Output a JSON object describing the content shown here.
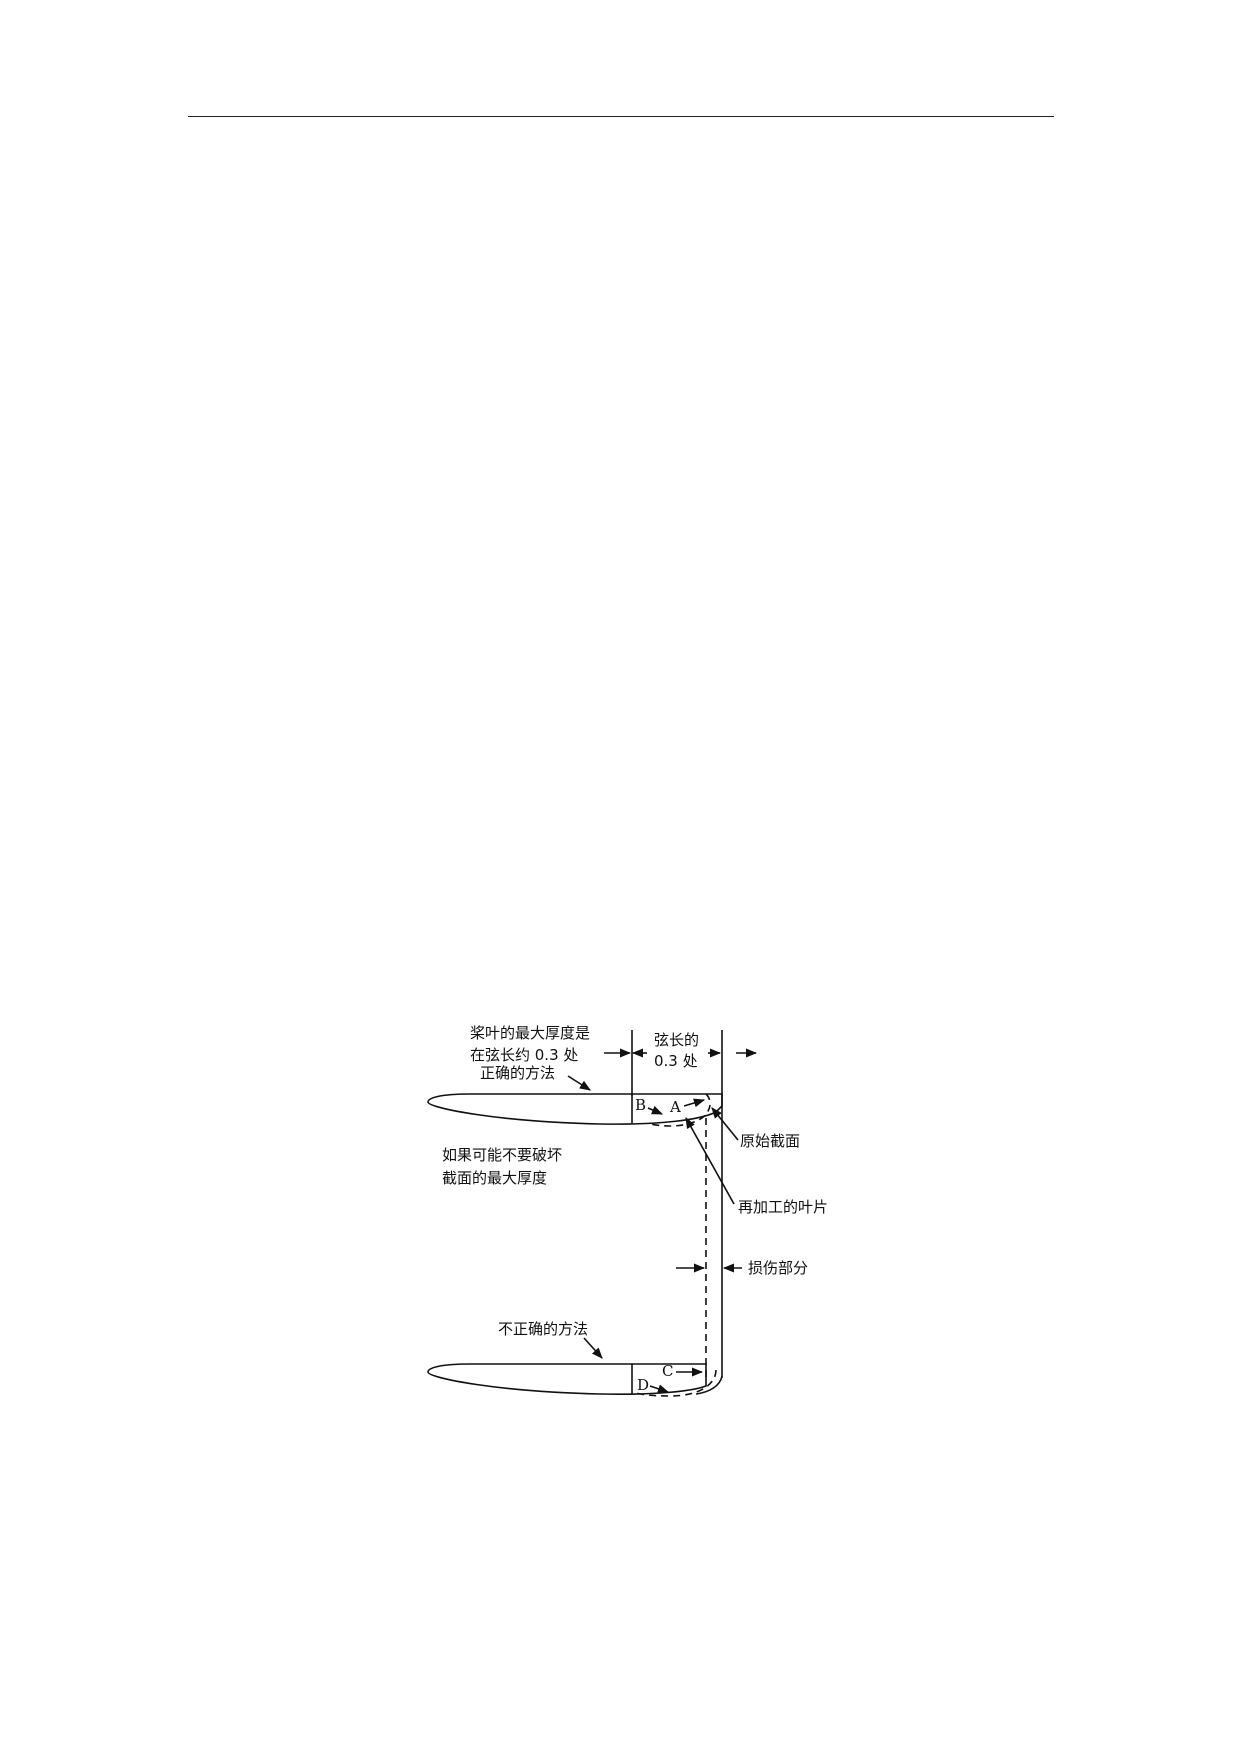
{
  "diagram": {
    "labels": {
      "max_thickness_line1": "桨叶的最大厚度是",
      "max_thickness_line2": "在弦长约 0.3 处",
      "chord_line1": "弦长的",
      "chord_line2": "0.3 处",
      "correct_method": "正确的方法",
      "original_section": "原始截面",
      "reworked_blade": "再加工的叶片",
      "damaged_part": "损伤部分",
      "do_not_damage_line1": "如果可能不要破坏",
      "do_not_damage_line2": "截面的最大厚度",
      "incorrect_method": "不正确的方法",
      "point_a": "A",
      "point_b": "B",
      "point_c": "C",
      "point_d": "D"
    }
  }
}
